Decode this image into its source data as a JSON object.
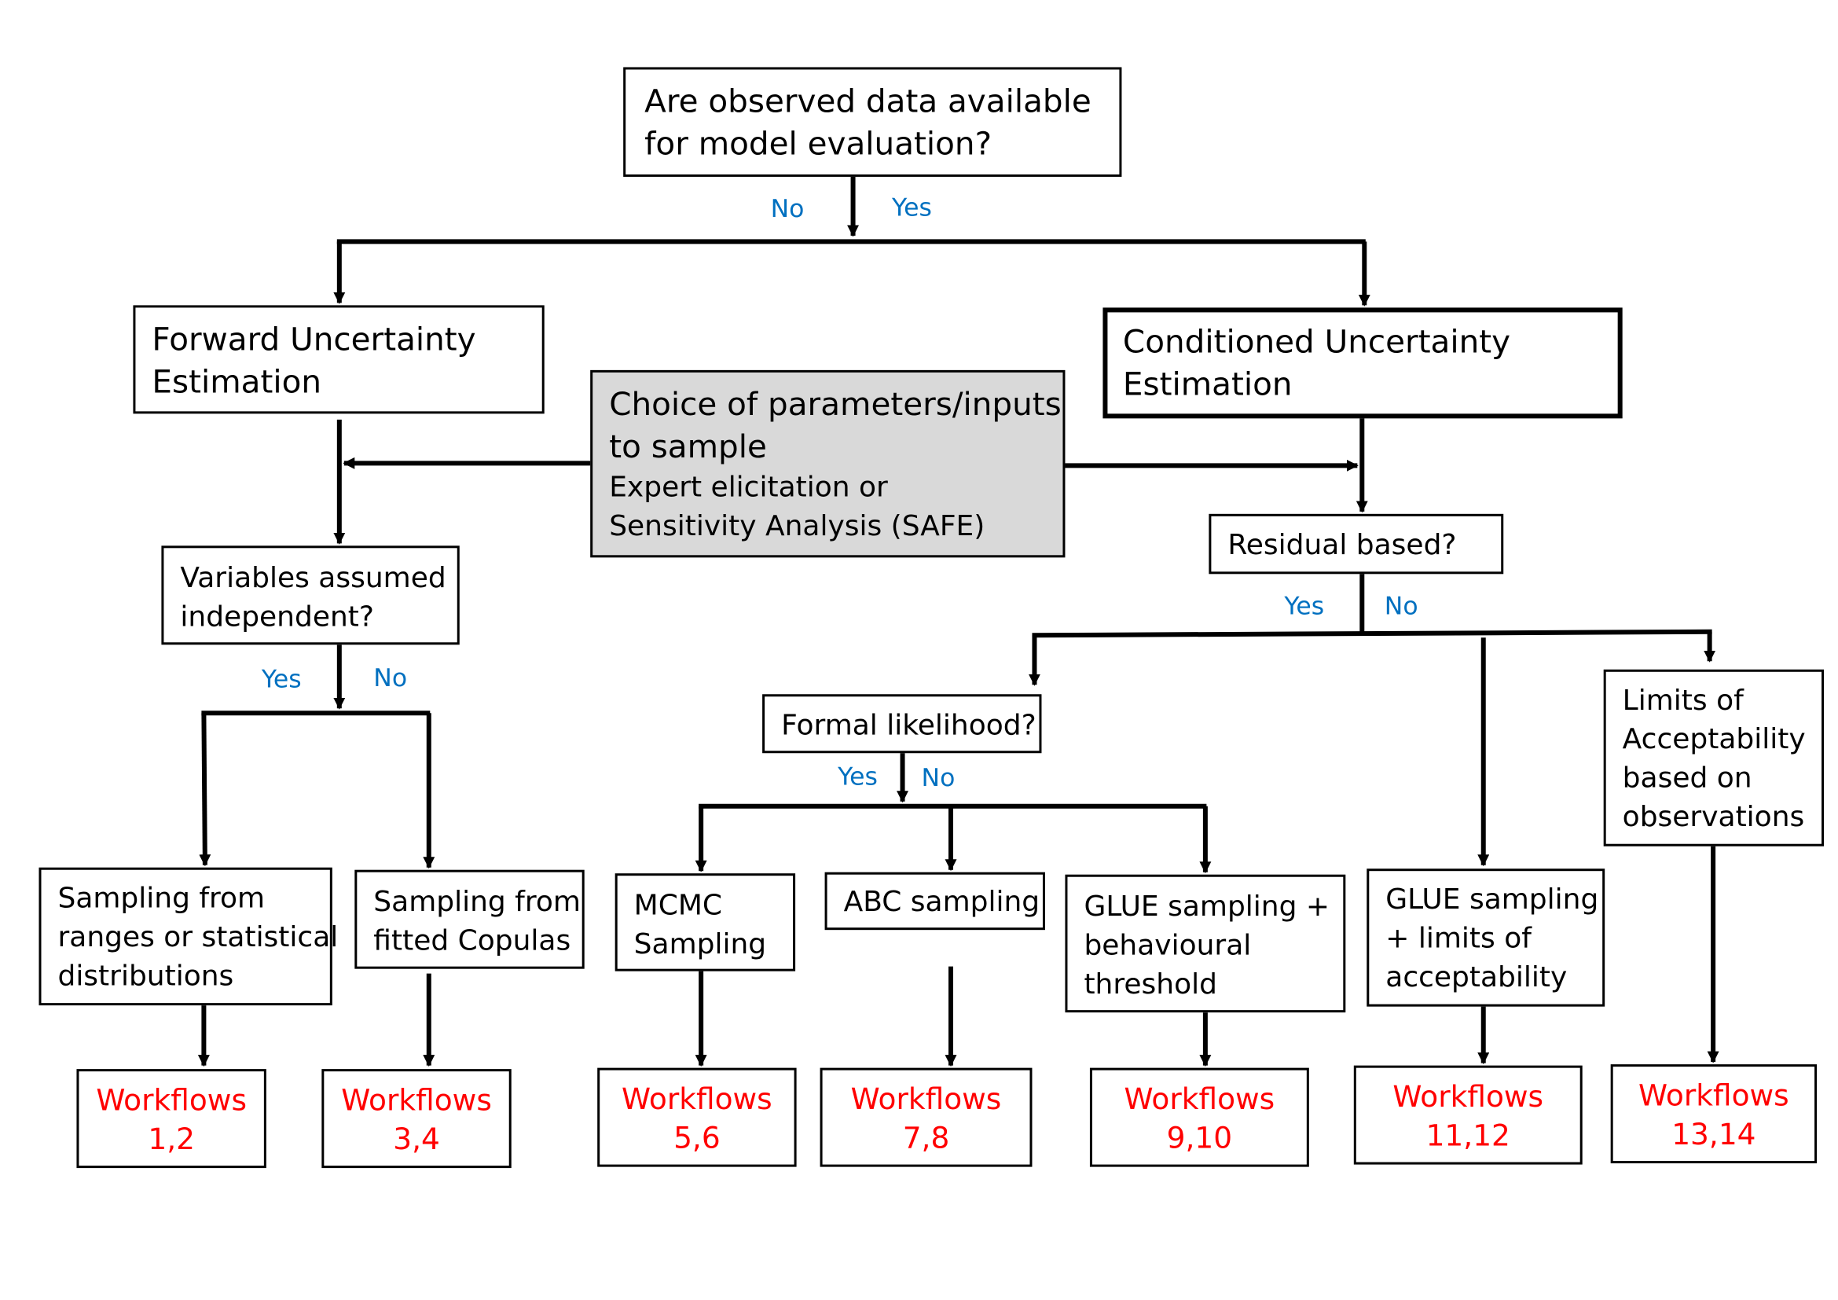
{
  "colors": {
    "line": "#000000",
    "branch_label": "#0070c0",
    "workflow_text": "#ff0000",
    "highlight_box_fill": "#d9d9d9"
  },
  "boxes": {
    "q_observed": {
      "lines": [
        "Are observed data available",
        "for model evaluation?"
      ]
    },
    "forward": {
      "lines": [
        "Forward Uncertainty",
        "Estimation"
      ]
    },
    "conditioned": {
      "lines": [
        "Conditioned Uncertainty",
        "Estimation"
      ]
    },
    "choice": {
      "title": [
        "Choice of parameters/inputs",
        "to sample"
      ],
      "subtitle": [
        "Expert elicitation or",
        "Sensitivity Analysis (SAFE)"
      ]
    },
    "q_independent": {
      "lines": [
        "Variables assumed",
        "independent?"
      ]
    },
    "q_residual": {
      "lines": [
        "Residual based?"
      ]
    },
    "q_likelihood": {
      "lines": [
        "Formal likelihood?"
      ]
    },
    "limits_obs": {
      "lines": [
        "Limits of",
        "Acceptability",
        "based on",
        "observations"
      ]
    },
    "sampling_ranges": {
      "lines": [
        "Sampling from",
        "ranges or statistical",
        "distributions"
      ]
    },
    "sampling_copulas": {
      "lines": [
        "Sampling from",
        "fitted Copulas"
      ]
    },
    "mcmc": {
      "lines": [
        "MCMC",
        "Sampling"
      ]
    },
    "abc": {
      "lines": [
        "ABC sampling"
      ]
    },
    "glue_behavioural": {
      "lines": [
        "GLUE sampling +",
        "behavioural",
        "threshold"
      ]
    },
    "glue_limits": {
      "lines": [
        "GLUE sampling",
        "+ limits of",
        "acceptability"
      ]
    }
  },
  "workflows": [
    {
      "title": "Workflows",
      "numbers": "1,2"
    },
    {
      "title": "Workflows",
      "numbers": "3,4"
    },
    {
      "title": "Workflows",
      "numbers": "5,6"
    },
    {
      "title": "Workflows",
      "numbers": "7,8"
    },
    {
      "title": "Workflows",
      "numbers": "9,10"
    },
    {
      "title": "Workflows",
      "numbers": "11,12"
    },
    {
      "title": "Workflows",
      "numbers": "13,14"
    }
  ],
  "branch_labels": {
    "observed_no": "No",
    "observed_yes": "Yes",
    "independent_yes": "Yes",
    "independent_no": "No",
    "residual_yes": "Yes",
    "residual_no": "No",
    "likelihood_yes": "Yes",
    "likelihood_no": "No"
  }
}
